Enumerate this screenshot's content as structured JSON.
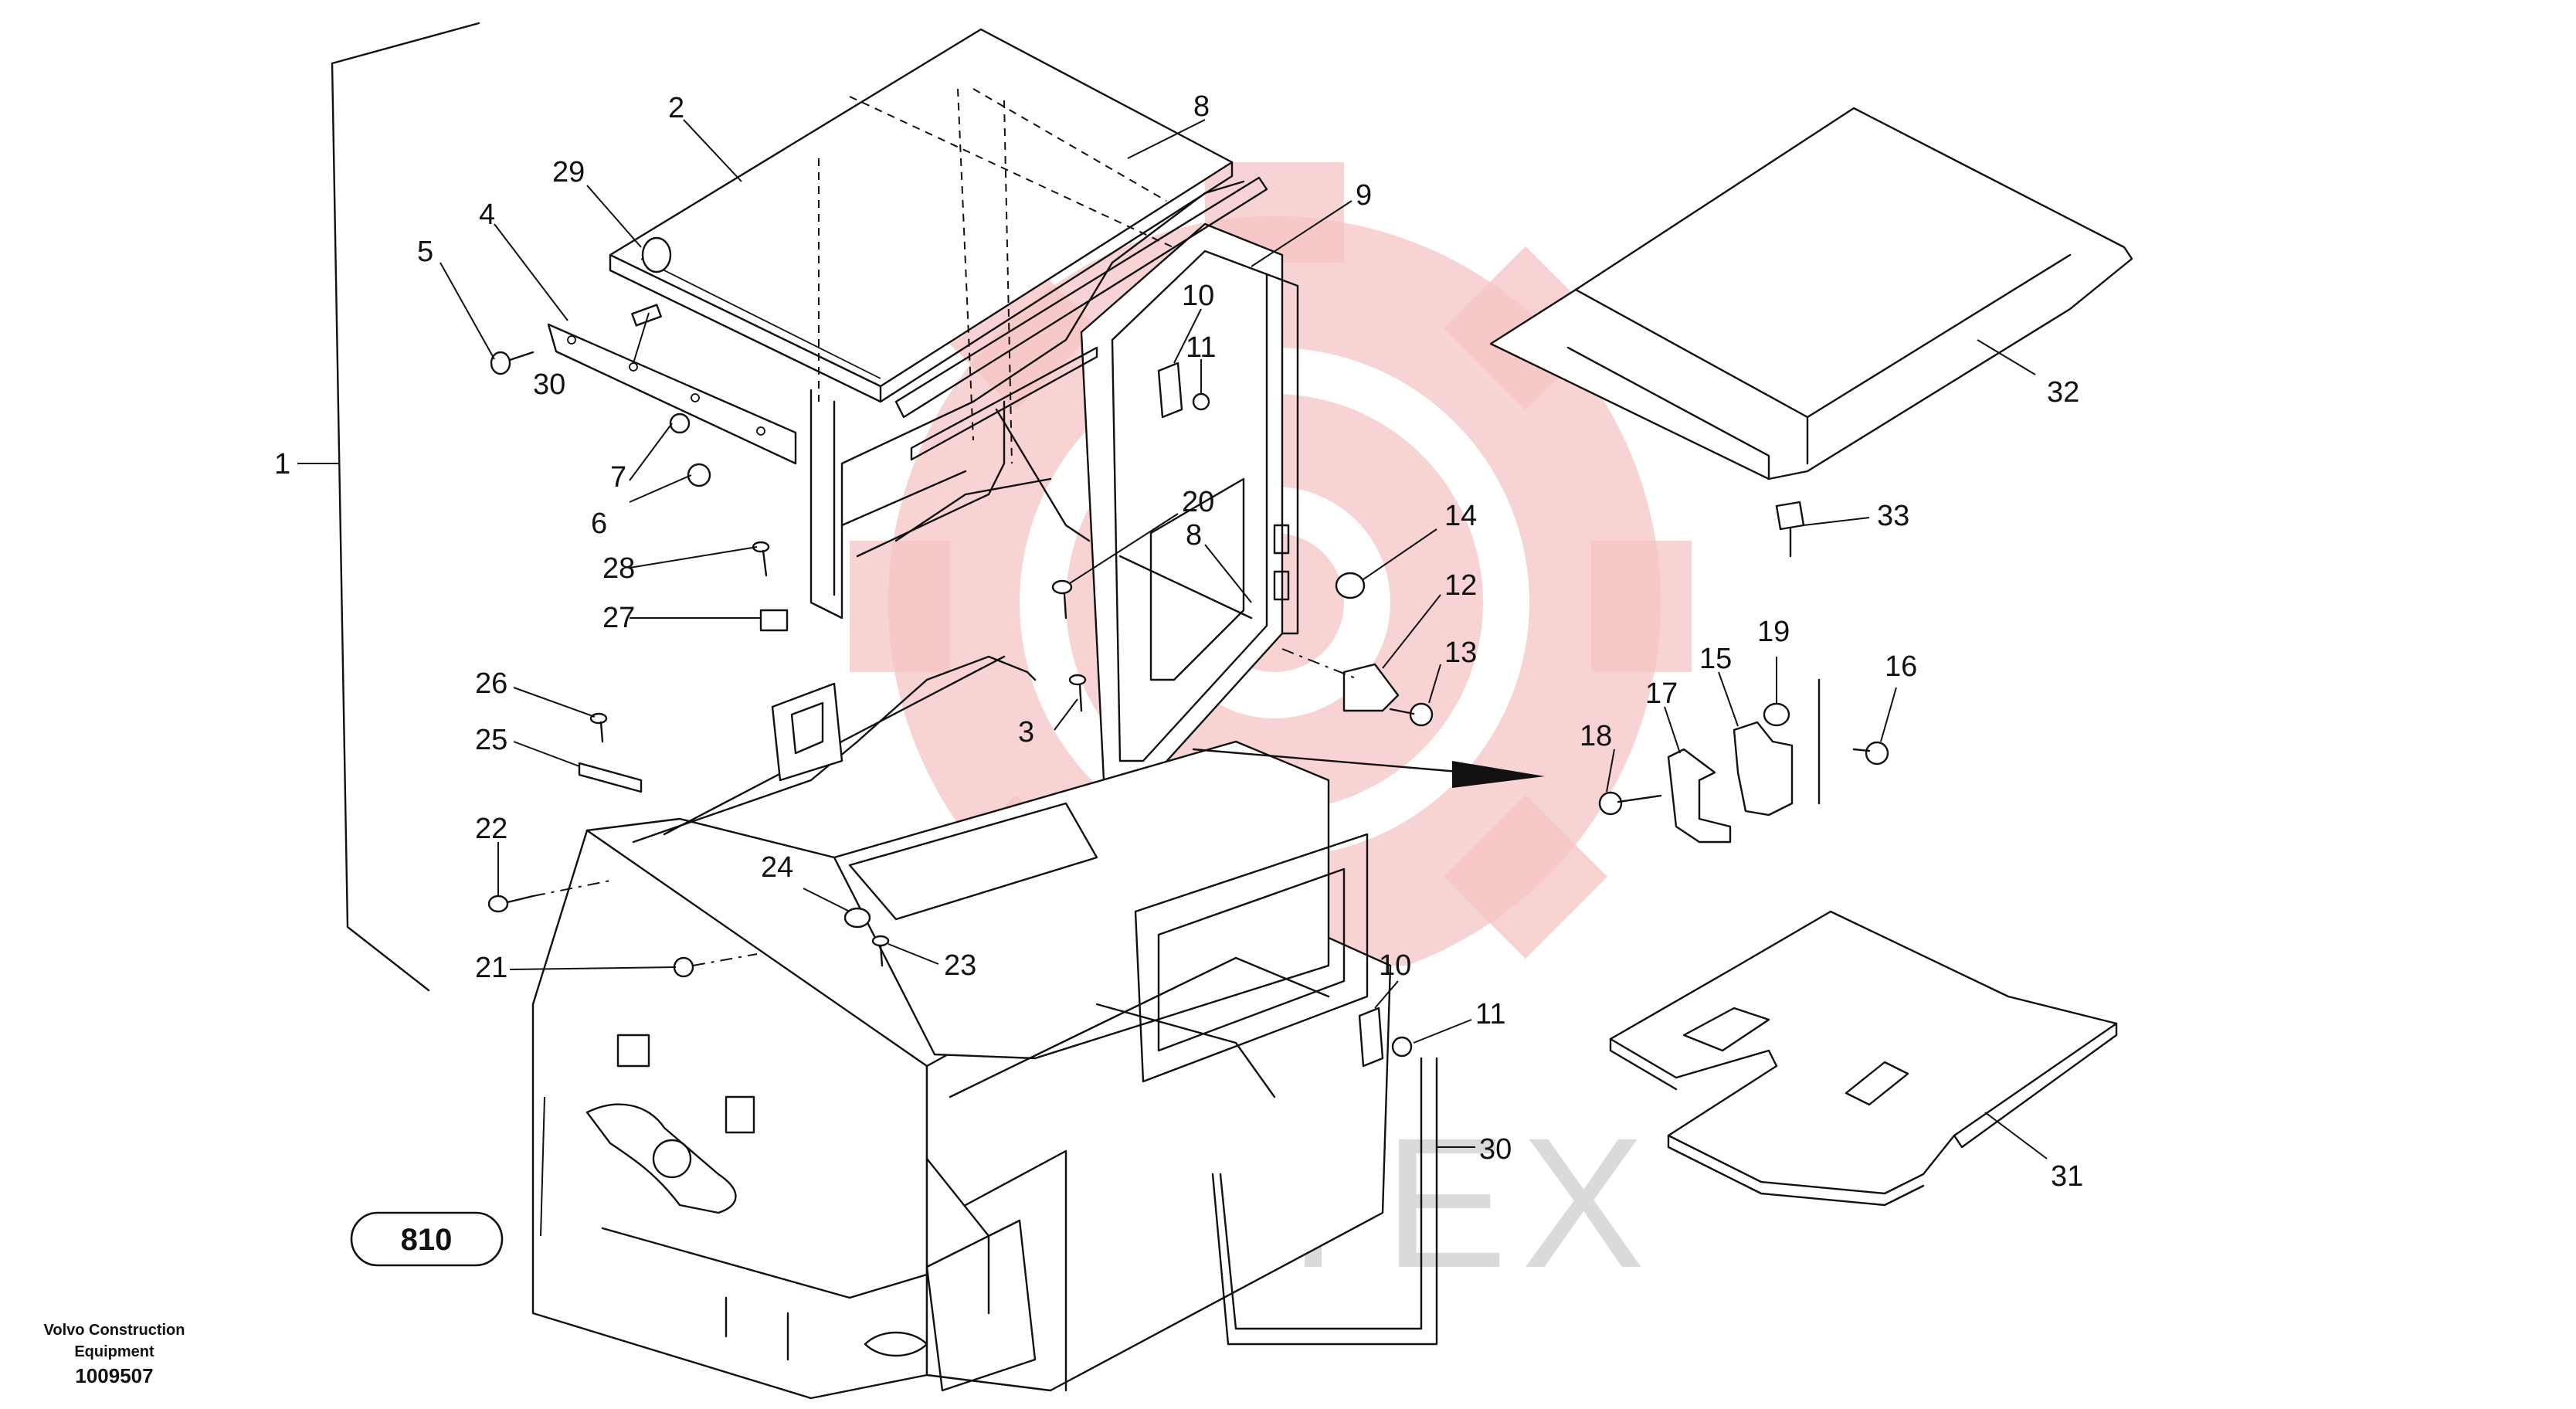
{
  "watermark": {
    "text": "ИНТЕХ",
    "gear_color": "#f6c4c4",
    "text_color": "#bdbdbd"
  },
  "reference_label": "810",
  "footer": {
    "line1": "Volvo Construction",
    "line2": "Equipment",
    "doc_number": "1009507"
  },
  "callouts": [
    "1",
    "2",
    "3",
    "4",
    "5",
    "6",
    "7",
    "8",
    "8",
    "9",
    "10",
    "10",
    "11",
    "11",
    "12",
    "13",
    "14",
    "15",
    "16",
    "17",
    "18",
    "19",
    "20",
    "21",
    "22",
    "23",
    "24",
    "25",
    "26",
    "27",
    "28",
    "29",
    "30",
    "30",
    "31",
    "32",
    "33"
  ]
}
